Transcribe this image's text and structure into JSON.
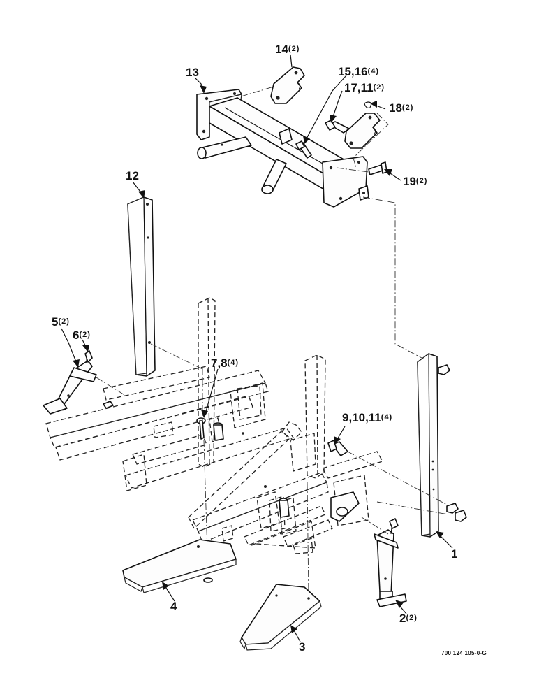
{
  "drawing_number": "700 124 105-0-G",
  "callouts": [
    {
      "id": "1",
      "label": "1",
      "qty": ""
    },
    {
      "id": "2",
      "label": "2",
      "qty": "(2)"
    },
    {
      "id": "3",
      "label": "3",
      "qty": ""
    },
    {
      "id": "4",
      "label": "4",
      "qty": ""
    },
    {
      "id": "5",
      "label": "5",
      "qty": "(2)"
    },
    {
      "id": "6",
      "label": "6",
      "qty": "(2)"
    },
    {
      "id": "7-8",
      "label": "7,8",
      "qty": "(4)"
    },
    {
      "id": "9-10-11",
      "label": "9,10,11",
      "qty": "(4)"
    },
    {
      "id": "12",
      "label": "12",
      "qty": ""
    },
    {
      "id": "13",
      "label": "13",
      "qty": ""
    },
    {
      "id": "14",
      "label": "14",
      "qty": "(2)"
    },
    {
      "id": "15-16",
      "label": "15,16",
      "qty": "(4)"
    },
    {
      "id": "17-11",
      "label": "17,11",
      "qty": "(2)"
    },
    {
      "id": "18",
      "label": "18",
      "qty": "(2)"
    },
    {
      "id": "19",
      "label": "19",
      "qty": "(2)"
    }
  ]
}
